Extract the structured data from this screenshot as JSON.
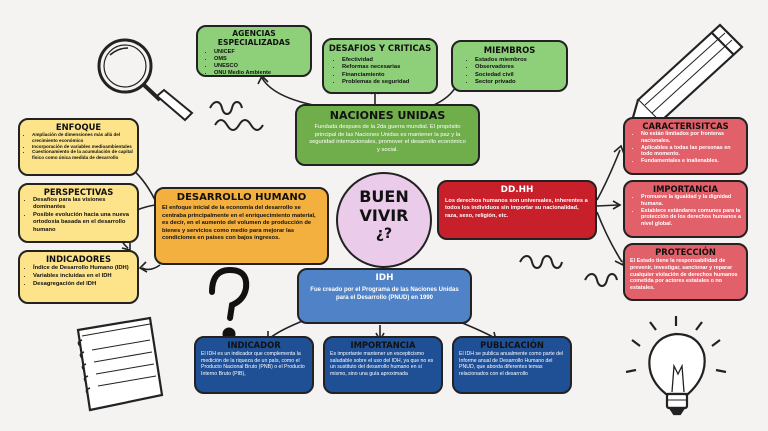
{
  "center": {
    "line1": "BUEN",
    "line2": "VIVIR",
    "line3": "¿?"
  },
  "agencias": {
    "title": "AGENCIAS ESPECIALIZADAS",
    "items": [
      "UNICEF",
      "OMS",
      "UNESCO",
      "ONU Medio Ambiente"
    ]
  },
  "desafios": {
    "title": "DESAFIOS Y CRITICAS",
    "items": [
      "Efectividad",
      "Reformas necesarias",
      "Financiamiento",
      "Problemas de seguridad"
    ]
  },
  "miembros": {
    "title": "MIEMBROS",
    "items": [
      "Estados miembros",
      "Observadores",
      "Sociedad civil",
      "Sector privado"
    ]
  },
  "naciones": {
    "title": "NACIONES UNIDAS",
    "text": "Fundada despues de la 2da guerra mundial. El propósito principal de las Naciones Unidas es mantener la paz y la seguridad internacionales, promover el desarrollo económico y social."
  },
  "enfoque": {
    "title": "ENFOQUE",
    "items": [
      "Ampliación de dimensiones más allá del crecimiento económico",
      "Incorporación de variables medioambientales",
      "Cuestionamiento de la acumulación de capital físico como única medida de desarrollo"
    ]
  },
  "perspectivas": {
    "title": "PERSPECTIVAS",
    "items": [
      "Desafíos para las visiones dominantes",
      "Posible evolución hacia una nueva ortodoxia basada en el desarrollo humano"
    ]
  },
  "indicadores": {
    "title": "INDICADORES",
    "items": [
      "Índice de Desarrollo Humano (IDH)",
      "Variables incluidas en el IDH",
      "Desagregación del IDH"
    ]
  },
  "desarrollo": {
    "title": "DESARROLLO HUMANO",
    "text": "El enfoque inicial de la economía del desarrollo se centraba principalmente en el enriquecimiento material, es decir, en el aumento del volumen de producción de bienes y servicios como medio para mejorar las condiciones en países con bajos ingresos."
  },
  "ddhh": {
    "title": "DD.HH",
    "text": "Los derechos humanos son universales, inherentes a todos los individuos sin importar su nacionalidad, raza, sexo, religión, etc."
  },
  "caracteristicas": {
    "title": "CARACTERISITCAS",
    "items": [
      "No están limitados por fronteras nacionales.",
      "Aplicables a todas las personas en todo momento.",
      "Fundamentales e inalienables."
    ]
  },
  "importancia_dh": {
    "title": "IMPORTANCIA",
    "items": [
      "Promueve la igualdad y la dignidad humana.",
      "Establece estándares comunes para la protección de los derechos humanos a nivel global."
    ]
  },
  "proteccion": {
    "title": "PROTECCIÓN",
    "text": "El Estado tiene la responsabilidad de prevenir, investigar, sancionar y reparar cualquier violación de derechos humanos cometida por actores estatales o no estatales."
  },
  "idh": {
    "title": "IDH",
    "text": "Fue creado por el Programa de las Naciones Unidas para el Desarrollo (PNUD) en 1990"
  },
  "indicador": {
    "title": "INDICADOR",
    "text": "El IDH es un indicador que complementa la medición de la riqueza de un país, como el Producto Nacional Bruto (PNB) o el Producto Interno Bruto (PIB),"
  },
  "importancia_idh": {
    "title": "IMPORTANCIA",
    "text": "Es importante mantener un escepticismo saludable sobre el uso del IDH, ya que no es un sustituto del desarrollo humano en sí mismo, sino una guía aproximada"
  },
  "publicacion": {
    "title": "PUBLICACIÓN",
    "text": "El IDH se publica anualmente como parte del Informe anual de Desarrollo Humano del PNUD, que aborda diferentes temas relacionados con el desarrollo"
  },
  "colors": {
    "green": "#8ed07a",
    "darkgreen": "#6fae4a",
    "pink": "#f1a7ac",
    "red": "#e2606a",
    "darkred": "#c8202a",
    "yellow": "#fde38a",
    "orange": "#f3b03e",
    "blue": "#4f82c7",
    "navy": "#1f4f95",
    "purple": "#eacbe9"
  },
  "icons": [
    "magnifier-icon",
    "pencil-icon",
    "question-mark-icon",
    "notebook-icon",
    "lightbulb-icon"
  ]
}
